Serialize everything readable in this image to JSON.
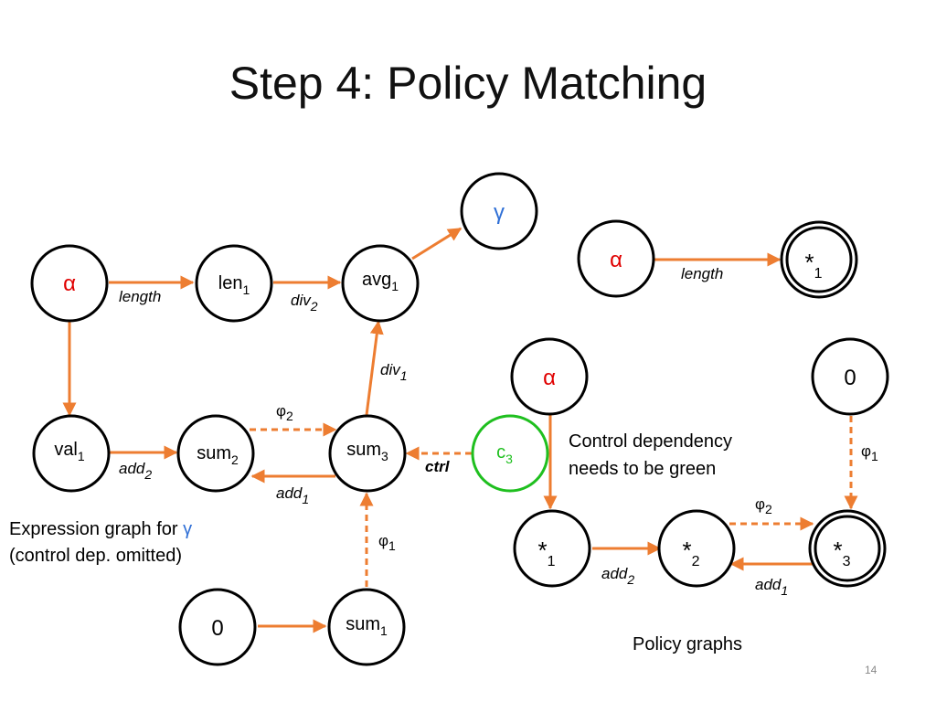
{
  "slide": {
    "title": "Step 4: Policy Matching",
    "page_number": "14"
  },
  "colors": {
    "edge": "#ed7d31",
    "alpha": "#e00000",
    "gamma": "#2f6fd6",
    "green": "#1fbf1f"
  },
  "expression_graph": {
    "nodes": {
      "alpha": {
        "main": "α"
      },
      "len1": {
        "main": "len",
        "sub": "1"
      },
      "avg1": {
        "main": "avg",
        "sub": "1"
      },
      "gamma": {
        "main": "γ"
      },
      "val1": {
        "main": "val",
        "sub": "1"
      },
      "sum2": {
        "main": "sum",
        "sub": "2"
      },
      "sum3": {
        "main": "sum",
        "sub": "3"
      },
      "c3": {
        "main": "c",
        "sub": "3"
      },
      "zero": {
        "main": "0"
      },
      "sum1": {
        "main": "sum",
        "sub": "1"
      }
    },
    "edge_labels": {
      "length": {
        "main": "length"
      },
      "div2": {
        "main": "div",
        "sub": "2"
      },
      "div1": {
        "main": "div",
        "sub": "1"
      },
      "add2": {
        "main": "add",
        "sub": "2"
      },
      "phi2": {
        "main": "φ",
        "sub": "2"
      },
      "add1": {
        "main": "add",
        "sub": "1"
      },
      "ctrl": {
        "main": "ctrl"
      },
      "phi1": {
        "main": "φ",
        "sub": "1"
      }
    },
    "caption_line1_text": "Expression graph for ",
    "caption_line1_gamma": "γ",
    "caption_line2": "(control dep. omitted)"
  },
  "control_note": {
    "line1": "Control dependency",
    "line2": "needs to be green"
  },
  "policy_graphs": {
    "graph1": {
      "nodes": {
        "alpha": {
          "main": "α"
        },
        "star1": {
          "main": "*",
          "sub": "1"
        }
      },
      "edge_labels": {
        "length": {
          "main": "length"
        }
      }
    },
    "graph2": {
      "nodes": {
        "alpha": {
          "main": "α"
        },
        "zero": {
          "main": "0"
        },
        "star1": {
          "main": "*",
          "sub": "1"
        },
        "star2": {
          "main": "*",
          "sub": "2"
        },
        "star3": {
          "main": "*",
          "sub": "3"
        }
      },
      "edge_labels": {
        "add2": {
          "main": "add",
          "sub": "2"
        },
        "phi2": {
          "main": "φ",
          "sub": "2"
        },
        "add1": {
          "main": "add",
          "sub": "1"
        },
        "phi1": {
          "main": "φ",
          "sub": "1"
        }
      }
    },
    "caption": "Policy graphs"
  }
}
